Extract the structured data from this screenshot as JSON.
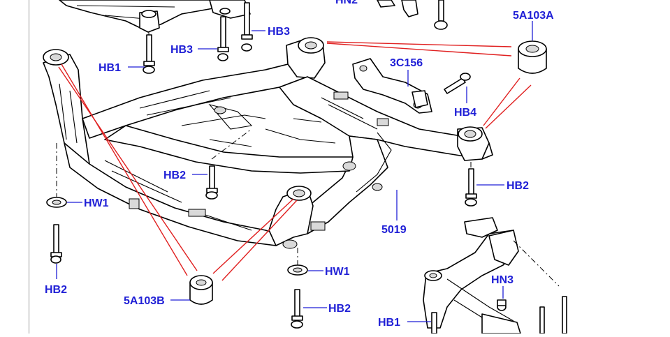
{
  "callouts": {
    "hn2": "HN2",
    "hb3_top": "HB3",
    "hb3_left": "HB3",
    "hb1_left": "HB1",
    "a5a103a": "5A103A",
    "c3c156": "3C156",
    "hb4": "HB4",
    "hb2_center": "HB2",
    "hb2_right": "HB2",
    "hw1_left": "HW1",
    "p5019": "5019",
    "hb2_left": "HB2",
    "hw1_bottom": "HW1",
    "a5a103b": "5A103B",
    "hn3": "HN3",
    "hb2_bottom": "HB2",
    "hb1_bottom": "HB1"
  },
  "colors": {
    "label": "#1f1fd6",
    "callout_line": "#e02020",
    "outline": "#000000"
  }
}
